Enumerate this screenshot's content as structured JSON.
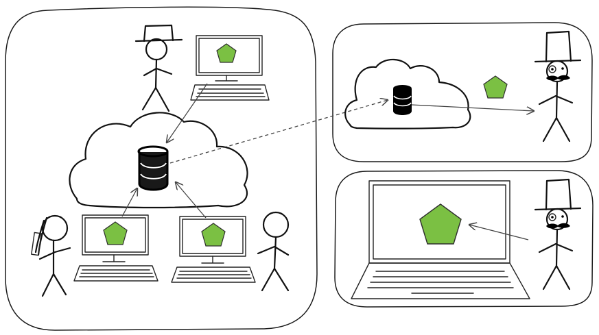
{
  "colors": {
    "pentagon_fill": "#7bc043",
    "pentagon_stroke": "#2d2d2d",
    "ink": "#111111",
    "background": "#ffffff"
  },
  "panels": [
    {
      "id": "shared-workspace",
      "contents": [
        "cloud",
        "database",
        "desktop-computer",
        "desktop-computer",
        "desktop-computer",
        "stick-figure",
        "stick-figure",
        "stick-figure"
      ]
    },
    {
      "id": "cloud-export",
      "contents": [
        "cloud",
        "database",
        "pentagon",
        "top-hat-monocle-figure"
      ]
    },
    {
      "id": "laptop-view",
      "contents": [
        "laptop",
        "pentagon",
        "top-hat-monocle-figure"
      ]
    }
  ],
  "icons": [
    "database-icon",
    "cloud-icon",
    "pentagon-icon",
    "desktop-computer-icon",
    "laptop-icon",
    "stick-figure-icon",
    "top-hat-icon",
    "monocle-icon",
    "mustache-icon"
  ]
}
